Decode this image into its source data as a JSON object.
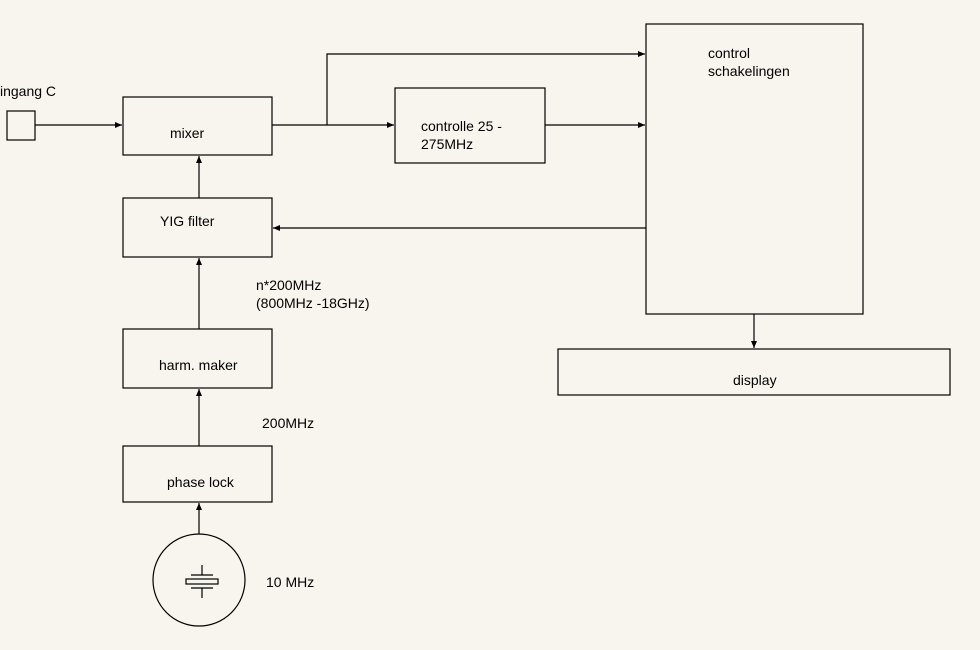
{
  "input": {
    "label": "ingang C"
  },
  "blocks": {
    "mixer": "mixer",
    "controlle_line1": "controlle 25 -",
    "controlle_line2": "275MHz",
    "control_line1": "control",
    "control_line2": "schakelingen",
    "yig": "YIG filter",
    "harm": "harm. maker",
    "phase": "phase lock",
    "display": "display"
  },
  "annotations": {
    "nfreq_line1": "n*200MHz",
    "nfreq_line2": "(800MHz -18GHz)",
    "f200": "200MHz",
    "f10": "10 MHz"
  },
  "colors": {
    "background": "#f8f5ee",
    "stroke": "#000000"
  }
}
